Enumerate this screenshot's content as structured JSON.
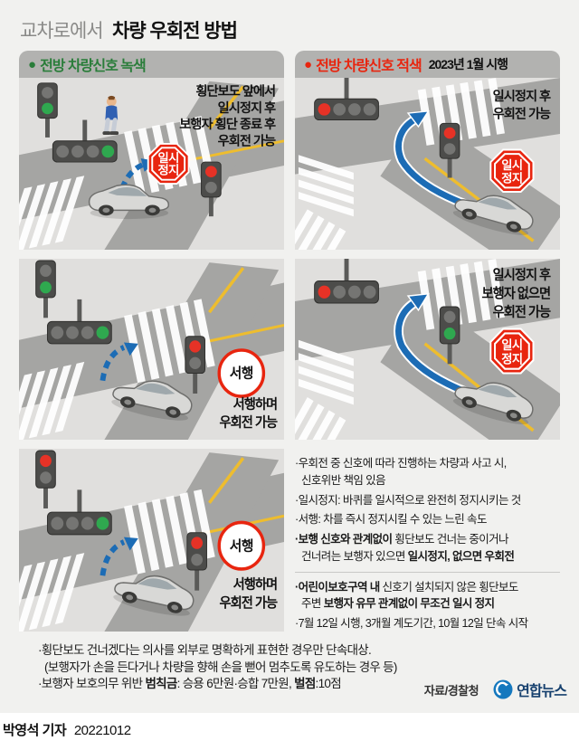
{
  "title": {
    "prefix": "교차로에서",
    "main": "차량 우회전 방법"
  },
  "headers": {
    "green": {
      "dot": "●",
      "label": "전방 차량신호 녹색"
    },
    "red": {
      "dot": "●",
      "label": "전방 차량신호 적색",
      "note": "2023년 1월 시행"
    }
  },
  "signs": {
    "stop_line1": "일시",
    "stop_line2": "정지",
    "slow": "서행"
  },
  "panels": {
    "p1": {
      "caption": [
        "횡단보도 앞에서",
        "일시정지 후",
        "보행자 횡단 종료 후",
        "우회전 가능"
      ]
    },
    "p2": {
      "caption": [
        "일시정지 후",
        "우회전 가능"
      ]
    },
    "p3": {
      "caption": [
        "서행하며",
        "우회전 가능"
      ]
    },
    "p4": {
      "caption": [
        "일시정지 후",
        "보행자 없으면",
        "우회전 가능"
      ]
    },
    "p5": {
      "caption": [
        "서행하며",
        "우회전 가능"
      ]
    }
  },
  "notes": {
    "n1a": "·우회전 중 신호에 따라 진행하는 차량과 사고 시,",
    "n1b": "신호위반 책임 있음",
    "n2": "·일시정지: 바퀴를 일시적으로 완전히 정지시키는 것",
    "n3": "·서행: 차를 즉시 정지시킬 수 있는 느린 속도",
    "n4_bold1": "·보행 신호와 관계없이",
    "n4_reg1": " 횡단보도 건너는 중이거나",
    "n4_reg2": "건너려는 보행자 있으면 ",
    "n4_bold2": "일시정지, 없으면 우회전",
    "n5_bold1": "·어린이보호구역 내",
    "n5_reg1": " 신호기 설치되지 않은 횡단보도",
    "n5_reg2": "주변 ",
    "n5_bold2": "보행자 유무 관계없이 무조건 일시 정지",
    "n6": "·7월 12일 시행, 3개월 계도기간, 10월 12일 단속 시작"
  },
  "footnotes": {
    "f1": "·횡단보도 건너겠다는 의사를 외부로 명확하게 표현한 경우만 단속대상.",
    "f2": "(보행자가 손을 든다거나 차량을 향해 손을 뻗어 멈추도록 유도하는 경우 등)",
    "f3_reg1": "·보행자 보호의무 위반 ",
    "f3_bold1": "범칙금",
    "f3_reg2": ": 승용 6만원·승합 7만원, ",
    "f3_bold2": "벌점",
    "f3_reg3": ":10점"
  },
  "source": {
    "label": "자료/경찰청"
  },
  "logo": {
    "name": "연합뉴스"
  },
  "credit": {
    "reporter": "박영석 기자",
    "date": "20221012"
  },
  "colors": {
    "page_bg": "#f1f1ef",
    "panel_bg": "#e0dfdd",
    "road": "#a5a5a3",
    "header_bar": "#b2b2b0",
    "green_text": "#2a7d3a",
    "red_text": "#e8250f",
    "arrow_blue": "#1c6cb5",
    "yellow_line": "#eebd2e",
    "light_green": "#2fa84f",
    "light_red": "#e63226",
    "logo_blue": "#1478be"
  }
}
